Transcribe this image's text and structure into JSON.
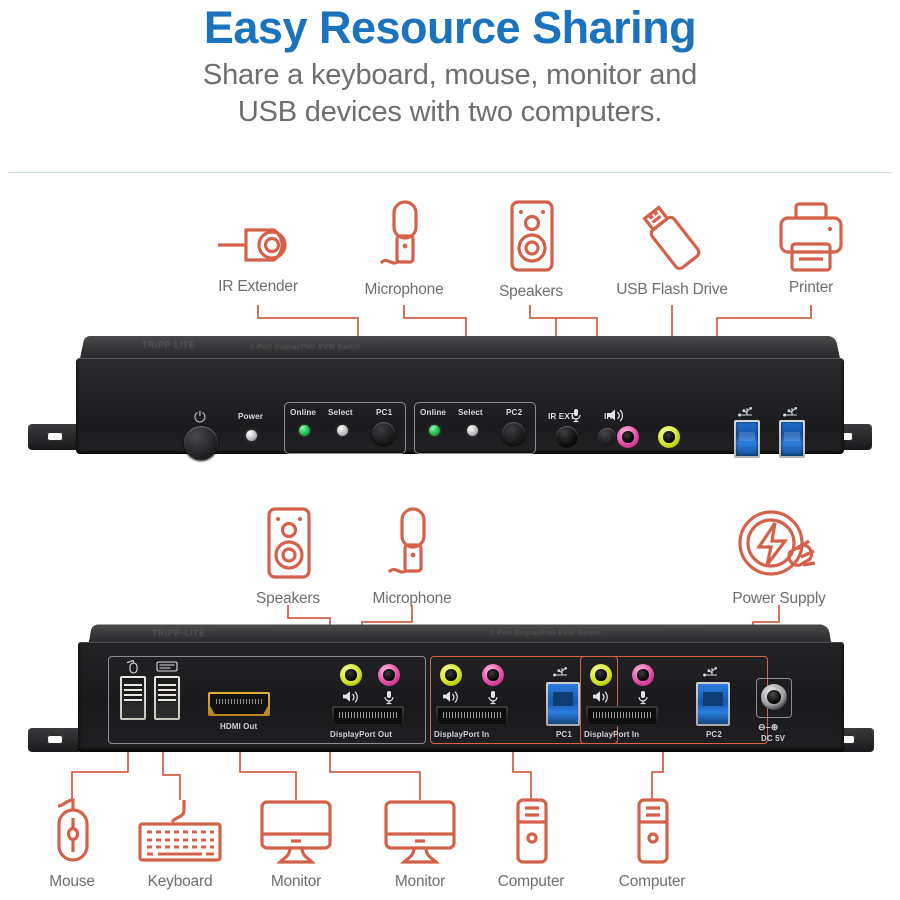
{
  "header": {
    "title": "Easy Resource Sharing",
    "subtitle_line1": "Share a keyboard, mouse, monitor and",
    "subtitle_line2": "USB devices with two computers.",
    "title_color": "#1b72bd",
    "subtitle_color": "#6e6e6e",
    "rule_color": "#cfe0ea"
  },
  "theme": {
    "accent": "#d4624a",
    "label_color": "#6e6e6e",
    "chassis_dark": "#1b1b1d",
    "usb3_blue": "#1f6fd0",
    "mic_pink": "#e0479e",
    "speaker_green": "#d4e21f",
    "hdmi_gold": "#d6a02e",
    "led_green": "#15b445"
  },
  "top_peripherals": [
    {
      "label": "IR Extender",
      "icon": "ir-extender-icon"
    },
    {
      "label": "Microphone",
      "icon": "microphone-icon"
    },
    {
      "label": "Speakers",
      "icon": "speakers-icon"
    },
    {
      "label": "USB Flash Drive",
      "icon": "usb-flash-drive-icon"
    },
    {
      "label": "Printer",
      "icon": "printer-icon"
    }
  ],
  "middle_peripherals": [
    {
      "label": "Speakers",
      "icon": "speakers-icon"
    },
    {
      "label": "Microphone",
      "icon": "microphone-icon"
    },
    {
      "label": "Power Supply",
      "icon": "power-supply-icon"
    }
  ],
  "bottom_peripherals": [
    {
      "label": "Mouse",
      "icon": "mouse-icon"
    },
    {
      "label": "Keyboard",
      "icon": "keyboard-icon"
    },
    {
      "label": "Monitor",
      "icon": "monitor-icon"
    },
    {
      "label": "Monitor",
      "icon": "monitor-icon"
    },
    {
      "label": "Computer",
      "icon": "computer-tower-icon"
    },
    {
      "label": "Computer",
      "icon": "computer-tower-icon"
    }
  ],
  "front_panel": {
    "power_label": "Power",
    "power_symbol": "⏻",
    "pc1": {
      "online_label": "Online",
      "select_label": "Select",
      "port_label": "PC1",
      "online_led": "green",
      "select_led": "white"
    },
    "pc2": {
      "online_label": "Online",
      "select_label": "Select",
      "port_label": "PC2",
      "online_led": "green",
      "select_led": "white"
    },
    "ir_ext_label": "IR EXT",
    "ir_label": "IR",
    "mic_jack": "mic-jack-pink",
    "speaker_jack": "speaker-jack-green",
    "usb_ports": [
      "usb3-port",
      "usb3-port"
    ]
  },
  "rear_panel": {
    "console_group": {
      "mouse_port": "usb-a-mouse-port",
      "keyboard_port": "usb-a-keyboard-port",
      "hdmi_label": "HDMI Out",
      "displayport_label": "DisplayPort Out",
      "speaker_jack": "speaker-jack-green",
      "mic_jack": "mic-jack-pink"
    },
    "pc1_group": {
      "displayport_label": "DisplayPort In",
      "usb_label": "PC1",
      "speaker_jack": "speaker-jack-green",
      "mic_jack": "mic-jack-pink"
    },
    "pc2_group": {
      "displayport_label": "DisplayPort In",
      "usb_label": "PC2",
      "speaker_jack": "speaker-jack-green",
      "mic_jack": "mic-jack-pink"
    },
    "power_label": "DC 5V",
    "power_polarity": "⊖–⊕"
  }
}
